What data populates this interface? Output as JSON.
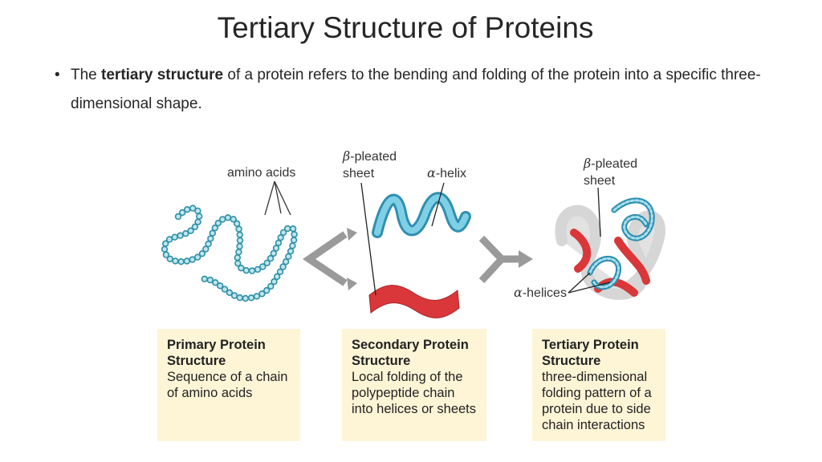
{
  "title": "Tertiary Structure of Proteins",
  "bullet": {
    "marker": "•",
    "pre": "The ",
    "bold": "tertiary structure",
    "post": " of a protein refers to the bending and folding of the protein into a specific three-dimensional shape."
  },
  "labels": {
    "amino_acids": "amino acids",
    "beta_greek": "β",
    "beta_pleated": "-pleated",
    "sheet": "sheet",
    "alpha_greek": "α",
    "alpha_helix": "-helix",
    "alpha_helices": "-helices"
  },
  "boxes": [
    {
      "head": "Primary Protein Structure",
      "body": "Sequence of a chain of amino acids"
    },
    {
      "head": "Secondary Protein Structure",
      "body": "Local folding of the polypeptide chain into helices or sheets"
    },
    {
      "head": "Tertiary Protein Structure",
      "body": "three-dimensional folding pattern of a protein due to side chain interactions"
    }
  ],
  "colors": {
    "bead": "#2e8fa6",
    "bead_fill": "#bfe6ef",
    "helix": "#4fb3cf",
    "sheet": "#d9373a",
    "arrow": "#9a9a9a",
    "box_bg": "#fdf5d6"
  }
}
